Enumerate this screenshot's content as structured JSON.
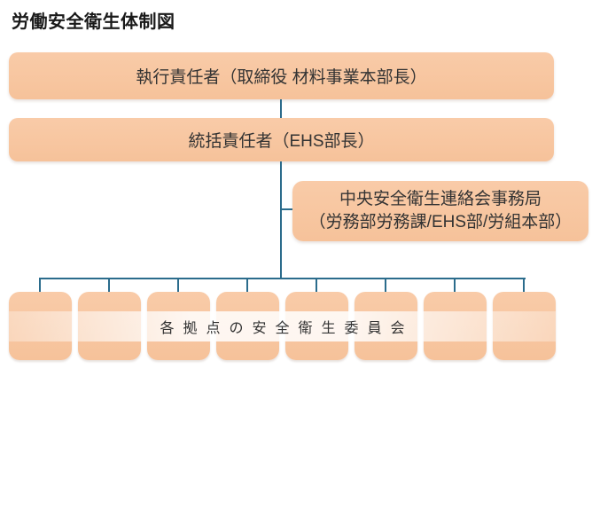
{
  "title": "労働安全衛生体制図",
  "colors": {
    "box_fill": "#f6c29a",
    "connector": "#2b6c8c",
    "text": "#333333",
    "title_text": "#1a1a1a",
    "band_tint": "#fdf1e8"
  },
  "chart": {
    "level1": {
      "label": "執行責任者（取締役 材料事業本部長）"
    },
    "level2": {
      "label": "統括責任者（EHS部長）"
    },
    "office": {
      "line1": "中央安全衛生連絡会事務局",
      "line2": "（労務部労務課/EHS部/労組本部）"
    },
    "sites": {
      "label": "各拠点の安全衛生委員会",
      "box_count": 8
    }
  }
}
